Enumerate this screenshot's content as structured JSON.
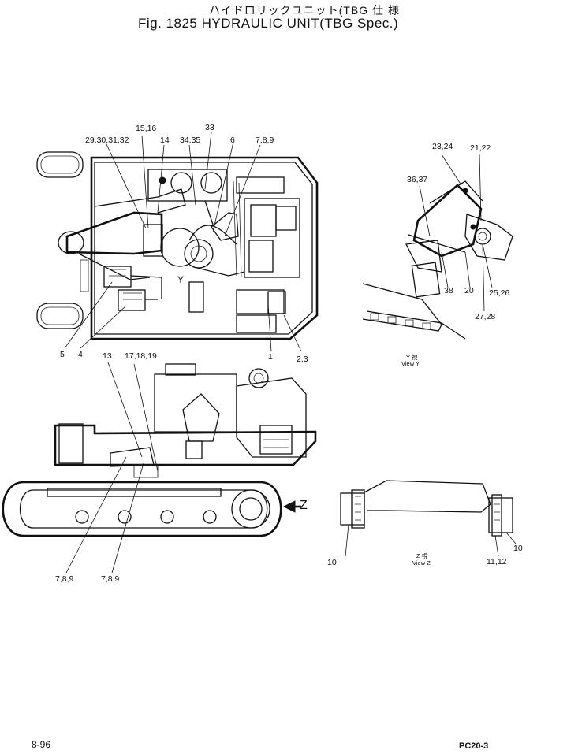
{
  "title": {
    "jp": "ハイドロリックユニット(TBG 仕  様",
    "en": "Fig. 1825 HYDRAULIC UNIT(TBG Spec.)"
  },
  "callouts": {
    "c29": "29,30,31,32",
    "c1516": "15,16",
    "c14": "14",
    "c3435": "34,35",
    "c33": "33",
    "c6": "6",
    "c789top": "7,8,9",
    "c5": "5",
    "c4": "4",
    "c1": "1",
    "c23": "2,3",
    "c13": "13",
    "c171819": "17,18,19",
    "c789a": "7,8,9",
    "c789b": "7,8,9",
    "c2324": "23,24",
    "c2122": "21,22",
    "c3637": "36,37",
    "c38": "38",
    "c20": "20",
    "c2526": "25,26",
    "c2728": "27,28",
    "c10a": "10",
    "c10b": "10",
    "c1112": "11,12"
  },
  "markers": {
    "y": "Y",
    "z": "Z"
  },
  "views": {
    "y_jp": "Y  視",
    "y_en": "View Y",
    "z_jp": "Z  視",
    "z_en": "View Z"
  },
  "footer": {
    "page": "8-96",
    "model": "PC20-3"
  }
}
